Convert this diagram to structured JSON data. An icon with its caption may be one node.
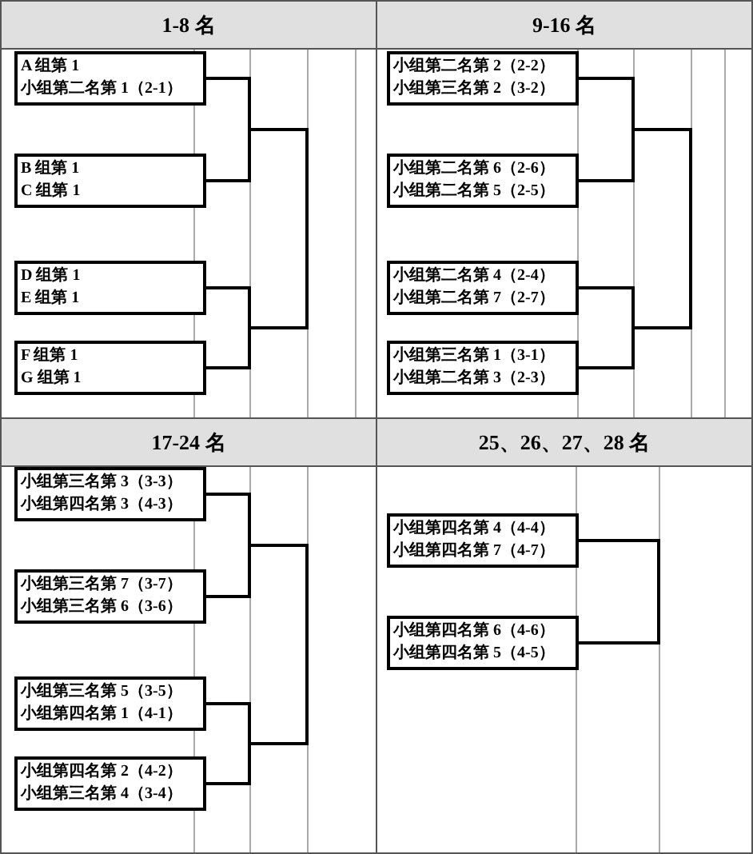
{
  "diagram": {
    "nodes": [
      {
        "text": [
          "1-8 名"
        ]
      },
      {
        "text": [
          "A 组第 1",
          "小组第二名第 1（2-1）"
        ],
        "in": 0
      },
      {
        "text": [
          "B 组第 1",
          "C 组第 1"
        ],
        "in": 0
      },
      {
        "text": [
          "D 组第 1",
          "E 组第 1"
        ],
        "in": 0
      },
      {
        "text": [
          "F 组第 1",
          "G 组第 1"
        ],
        "in": 0
      },
      {
        "text": [
          "9-16 名"
        ]
      },
      {
        "text": [
          "小组第二名第 2（2-2）",
          "小组第三名第 2（3-2）"
        ],
        "in": 5
      },
      {
        "text": [
          "小组第二名第 6（2-6）",
          "小组第二名第 5（2-5）"
        ],
        "in": 5
      },
      {
        "text": [
          "小组第二名第 4（2-4）",
          "小组第二名第 7（2-7）"
        ],
        "in": 5
      },
      {
        "text": [
          "小组第三名第 1（3-1）",
          "小组第二名第 3（2-3）"
        ],
        "in": 5
      },
      {
        "text": [
          "17-24 名"
        ]
      },
      {
        "text": [
          "小组第三名第 3（3-3）",
          "小组第四名第 3（4-3）"
        ],
        "in": 10
      },
      {
        "text": [
          "小组第三名第 7（3-7）",
          "小组第三名第 6（3-6）"
        ],
        "in": 10
      },
      {
        "text": [
          "小组第三名第 5（3-5）",
          "小组第四名第 1（4-1）"
        ],
        "in": 10
      },
      {
        "text": [
          "小组第四名第 2（4-2）",
          "小组第三名第 4（3-4）"
        ],
        "in": 10
      },
      {
        "text": [
          "25、26、27、28 名"
        ]
      },
      {
        "text": [
          "小组第四名第 4（4-4）",
          "小组第四名第 7（4-7）"
        ],
        "in": 15
      },
      {
        "text": [
          "小组第四名第 6（4-6）",
          "小组第四名第 5（4-5）"
        ],
        "in": 15
      }
    ]
  }
}
